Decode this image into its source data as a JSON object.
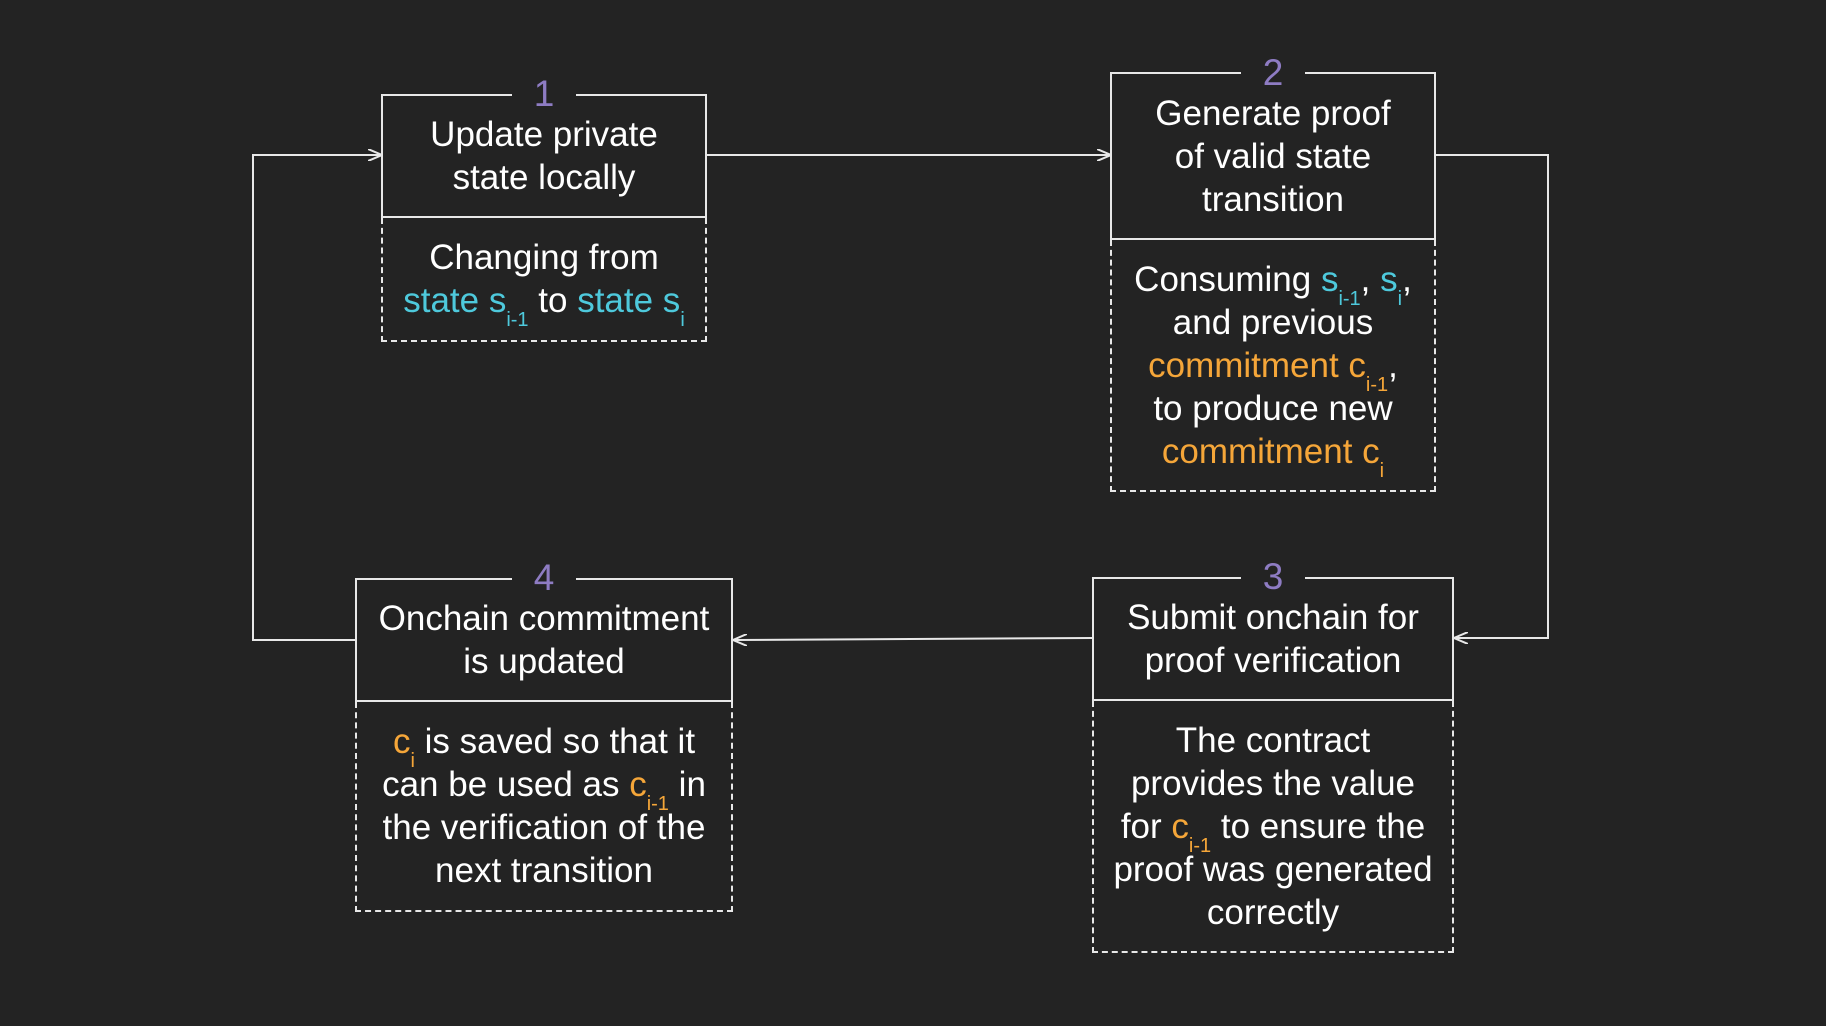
{
  "colors": {
    "background": "#232323",
    "box_border": "#e8e8e8",
    "step_number": "#8e7cc3",
    "state_highlight": "#4ec9dc",
    "commitment_highlight": "#f5a639",
    "text": "#ffffff"
  },
  "steps": {
    "s1": {
      "number": "1",
      "title": [
        "Update private",
        "state locally"
      ],
      "detail": {
        "l1": "Changing from",
        "l2_a": "state s",
        "l2_a_sub": "i-1",
        "l2_b": " to ",
        "l2_c": "state s",
        "l2_c_sub": "i"
      }
    },
    "s2": {
      "number": "2",
      "title": [
        "Generate proof",
        "of valid state",
        "transition"
      ],
      "detail": {
        "l1_a": "Consuming ",
        "l1_b": "s",
        "l1_b_sub": "i-1",
        "l1_c": ", ",
        "l1_d": "s",
        "l1_d_sub": "i",
        "l1_e": ",",
        "l2": "and previous",
        "l3_a": "commitment c",
        "l3_a_sub": "i-1",
        "l3_b": ",",
        "l4": "to produce new",
        "l5_a": "commitment c",
        "l5_a_sub": "i"
      }
    },
    "s3": {
      "number": "3",
      "title": [
        "Submit onchain for",
        "proof verification"
      ],
      "detail": {
        "l1": "The contract",
        "l2": "provides the value",
        "l3_a": "for ",
        "l3_b": "c",
        "l3_b_sub": "i-1",
        "l3_c": " to ensure the",
        "l4": "proof was generated",
        "l5": "correctly"
      }
    },
    "s4": {
      "number": "4",
      "title": [
        "Onchain commitment",
        "is updated"
      ],
      "detail": {
        "l1_a": "c",
        "l1_a_sub": "i",
        "l1_b": " is saved so that it",
        "l2_a": "can be used as ",
        "l2_b": "c",
        "l2_b_sub": "i-1",
        "l2_c": " in",
        "l3": "the verification of the",
        "l4": "next transition"
      }
    }
  }
}
